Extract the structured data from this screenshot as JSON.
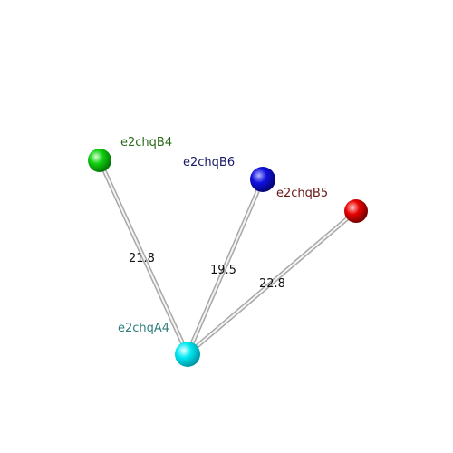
{
  "nodes": {
    "a4": {
      "label": "e2chqA4",
      "color": "#00e5f0",
      "label_color": "#2f7f7f"
    },
    "b4": {
      "label": "e2chqB4",
      "color": "#10d010",
      "label_color": "#2a6a1a"
    },
    "b6": {
      "label": "e2chqB6",
      "color": "#1010e0",
      "label_color": "#1a1a6a"
    },
    "b5": {
      "label": "e2chqB5",
      "color": "#e80000",
      "label_color": "#6a1a1a"
    }
  },
  "edges": {
    "a4_b4": {
      "distance": "21.8"
    },
    "a4_b6": {
      "distance": "19.5"
    },
    "a4_b5": {
      "distance": "22.8"
    }
  }
}
